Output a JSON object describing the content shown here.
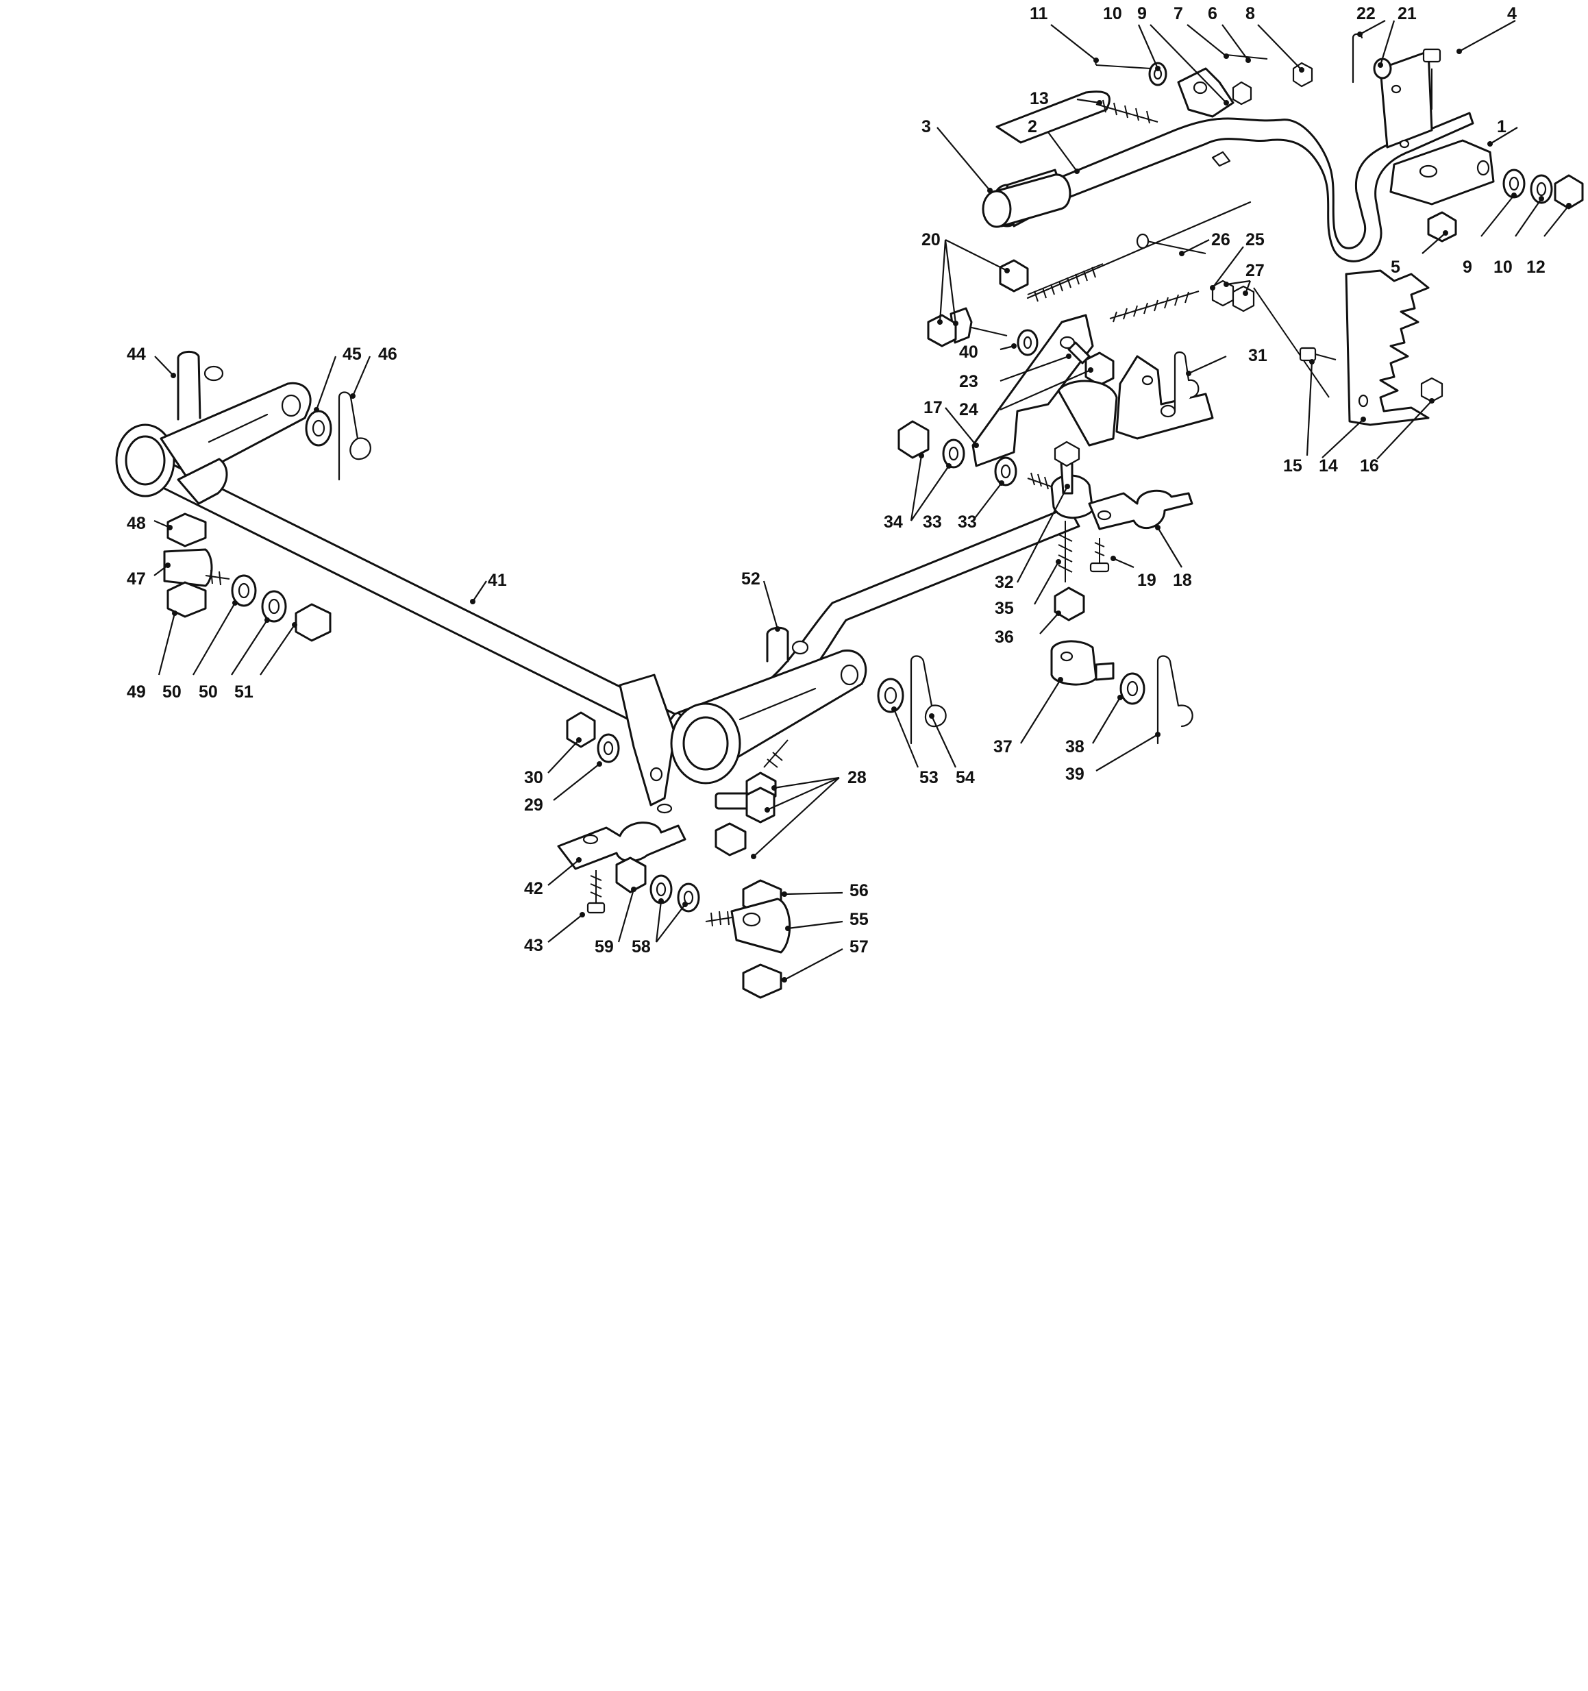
{
  "callouts": [
    {
      "label": "1"
    },
    {
      "label": "2"
    },
    {
      "label": "3"
    },
    {
      "label": "4"
    },
    {
      "label": "5"
    },
    {
      "label": "6"
    },
    {
      "label": "7"
    },
    {
      "label": "8"
    },
    {
      "label": "9"
    },
    {
      "label": "9"
    },
    {
      "label": "10"
    },
    {
      "label": "10"
    },
    {
      "label": "11"
    },
    {
      "label": "12"
    },
    {
      "label": "13"
    },
    {
      "label": "14"
    },
    {
      "label": "15"
    },
    {
      "label": "16"
    },
    {
      "label": "17"
    },
    {
      "label": "18"
    },
    {
      "label": "19"
    },
    {
      "label": "20"
    },
    {
      "label": "21"
    },
    {
      "label": "22"
    },
    {
      "label": "23"
    },
    {
      "label": "24"
    },
    {
      "label": "25"
    },
    {
      "label": "26"
    },
    {
      "label": "27"
    },
    {
      "label": "28"
    },
    {
      "label": "29"
    },
    {
      "label": "30"
    },
    {
      "label": "31"
    },
    {
      "label": "32"
    },
    {
      "label": "33"
    },
    {
      "label": "33"
    },
    {
      "label": "34"
    },
    {
      "label": "35"
    },
    {
      "label": "36"
    },
    {
      "label": "37"
    },
    {
      "label": "38"
    },
    {
      "label": "39"
    },
    {
      "label": "40"
    },
    {
      "label": "41"
    },
    {
      "label": "42"
    },
    {
      "label": "43"
    },
    {
      "label": "44"
    },
    {
      "label": "45"
    },
    {
      "label": "46"
    },
    {
      "label": "47"
    },
    {
      "label": "48"
    },
    {
      "label": "49"
    },
    {
      "label": "50"
    },
    {
      "label": "50"
    },
    {
      "label": "51"
    },
    {
      "label": "52"
    },
    {
      "label": "53"
    },
    {
      "label": "54"
    },
    {
      "label": "55"
    },
    {
      "label": "56"
    },
    {
      "label": "57"
    },
    {
      "label": "58"
    },
    {
      "label": "59"
    }
  ]
}
